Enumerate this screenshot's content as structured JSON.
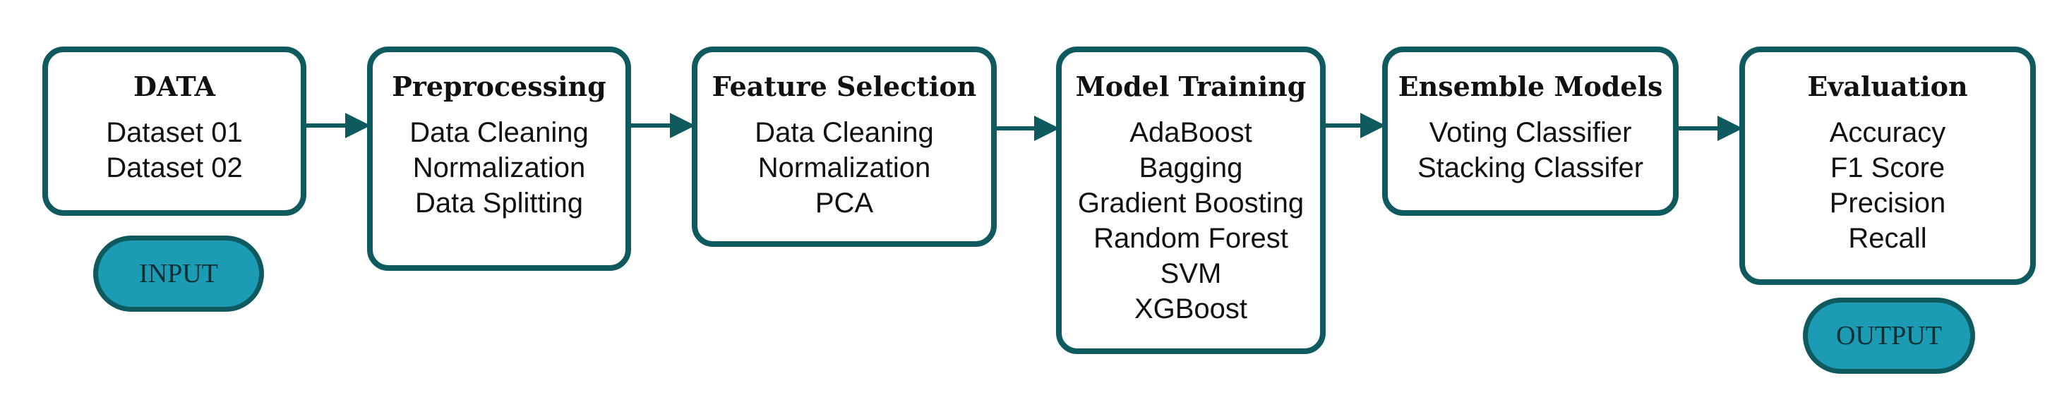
{
  "colors": {
    "border": "#0f5a5f",
    "pill_fill": "#1b9bb4",
    "arrow": "#0f5a5f",
    "text": "#111111"
  },
  "stages": [
    {
      "title": "DATA",
      "items": [
        "Dataset 01",
        "Dataset 02"
      ]
    },
    {
      "title": "Preprocessing",
      "items": [
        "Data Cleaning",
        "Normalization",
        "Data Splitting"
      ]
    },
    {
      "title": "Feature Selection",
      "items": [
        "Data Cleaning",
        "Normalization",
        "PCA"
      ]
    },
    {
      "title": "Model Training",
      "items": [
        "AdaBoost",
        "Bagging",
        "Gradient Boosting",
        "Random Forest",
        "SVM",
        "XGBoost"
      ]
    },
    {
      "title": "Ensemble Models",
      "items": [
        "Voting Classifier",
        "Stacking Classifer"
      ]
    },
    {
      "title": "Evaluation",
      "items": [
        "Accuracy",
        "F1 Score",
        "Precision",
        "Recall"
      ]
    }
  ],
  "badges": {
    "input": "INPUT",
    "output": "OUTPUT"
  }
}
